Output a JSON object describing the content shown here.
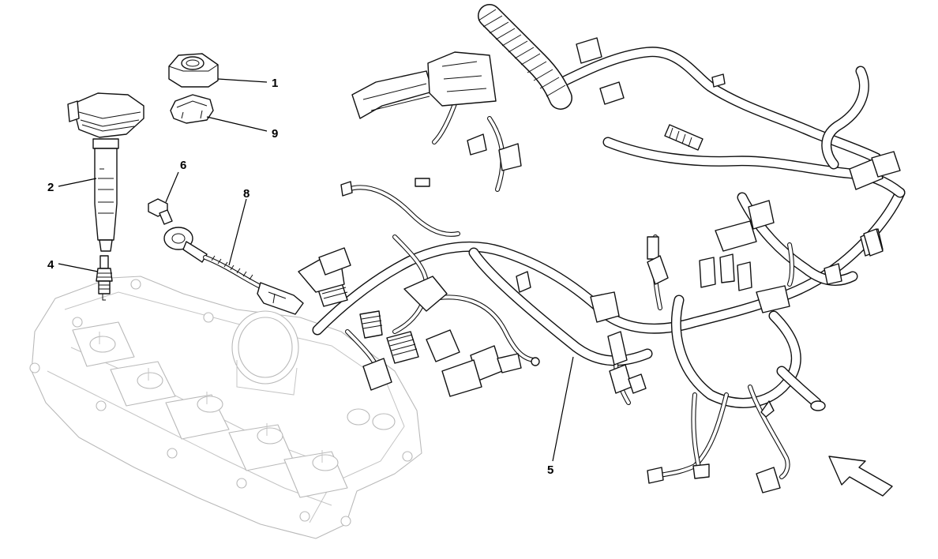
{
  "callouts": [
    {
      "id": "1",
      "text": "1",
      "part": "coil-cap"
    },
    {
      "id": "9",
      "text": "9",
      "part": "coil-seal"
    },
    {
      "id": "2",
      "text": "2",
      "part": "ignition-coil"
    },
    {
      "id": "6",
      "text": "6",
      "part": "bolt"
    },
    {
      "id": "8",
      "text": "8",
      "part": "knock-sensor"
    },
    {
      "id": "4",
      "text": "4",
      "part": "spark-plug"
    },
    {
      "id": "5",
      "text": "5",
      "part": "wiring-harness"
    }
  ],
  "orientation_arrow": {
    "icon": "orientation-arrow-icon",
    "direction": "up-left"
  }
}
